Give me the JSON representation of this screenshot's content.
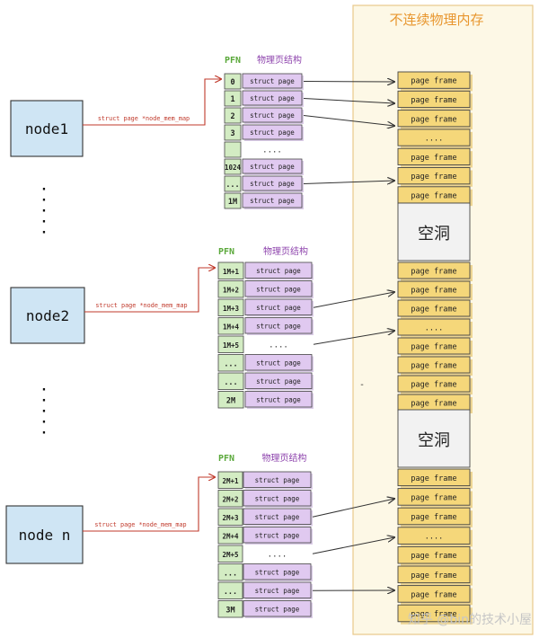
{
  "memory": {
    "title": "不连续物理内存",
    "hole_label": "空洞",
    "colors": {
      "bg": "#fdf8e6",
      "border": "#e8c98a",
      "title": "#e8962e",
      "frame": "#f5d77a",
      "hole": "#f2f2f2"
    }
  },
  "labels": {
    "pfn": "PFN",
    "struct_title": "物理页结构",
    "struct_page": "struct page",
    "page_frame": "page frame",
    "dots": "....",
    "pointer": "struct page *node_mem_map",
    "vdots": "·"
  },
  "colors": {
    "node": "#cfe5f4",
    "pfn_cell": "#d3ecc3",
    "struct_cell": "#e0c9f0",
    "arrow": "#c0392b",
    "pfn_text": "#5aa83a",
    "title_text": "#8e44ad"
  },
  "nodes": [
    {
      "name": "node1",
      "pfns": [
        "0",
        "1",
        "2",
        "3",
        "",
        "1024",
        "...",
        "1M"
      ]
    },
    {
      "name": "node2",
      "pfns": [
        "1M+1",
        "1M+2",
        "1M+3",
        "1M+4",
        "1M+5",
        "...",
        "...",
        "2M"
      ]
    },
    {
      "name": "node n",
      "pfns": [
        "2M+1",
        "2M+2",
        "2M+3",
        "2M+4",
        "2M+5",
        "...",
        "...",
        "3M"
      ]
    }
  ],
  "watermark": "知乎 @bin的技术小屋"
}
